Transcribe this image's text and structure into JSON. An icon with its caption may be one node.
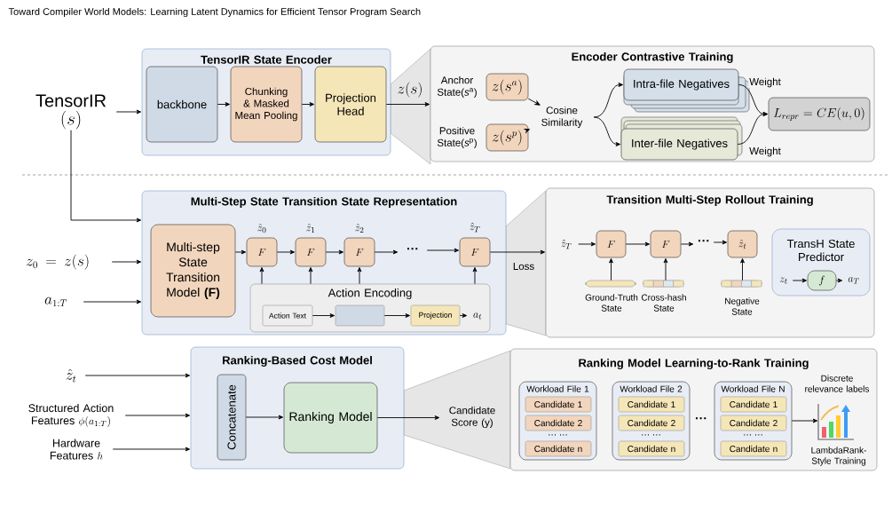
{
  "diagram": {
    "title": "Toward Compiler World Models: Learning Latent Dynamics for Efficient Tensor Program Search",
    "nodes": [
      {
        "text": [
          "TensorIR",
          "(s)"
        ]
      },
      {
        "text": [
          "TensorIR State Encoder"
        ]
      },
      {
        "text": [
          "backbone"
        ],
        "in": 1
      },
      {
        "text": [
          "Chunking & Masked Mean Pooling"
        ],
        "in": 1
      },
      {
        "text": [
          "Projection Head"
        ],
        "in": 1
      },
      {
        "text": [
          "Encoder Contrastive Training"
        ]
      },
      {
        "text": [
          "z(s^{a})"
        ],
        "in": 5,
        "beside": [
          "Anchor State(*s*$^{a}$)"
        ]
      },
      {
        "text": [
          "z(s^{p})"
        ],
        "in": 5,
        "beside": [
          "Positive State(*s*$^{p}$)"
        ]
      },
      {
        "text": [
          "Cosine Similarity"
        ],
        "in": 5
      },
      {
        "text": [
          "Intra-file Negatives"
        ],
        "in": 5
      },
      {
        "text": [
          "Inter-file Negatives"
        ],
        "in": 5
      },
      {
        "text": [
          "L_{repr} = CE(u, 0)"
        ],
        "in": 5
      },
      {
        "text": [
          "z_0 = z(s)"
        ]
      },
      {
        "text": [
          "a_{1:T}"
        ]
      },
      {
        "text": [
          "Multi-Step State Transition State Representation"
        ]
      },
      {
        "text": [
          "Multi-step State Transition Model **(F)**"
        ],
        "in": 14
      },
      {
        "text": [
          "F"
        ],
        "in": 14,
        "beside": [
          "\\hat{z}_0"
        ]
      },
      {
        "text": [
          "F"
        ],
        "in": 14,
        "beside": [
          "\\hat{z}_1"
        ]
      },
      {
        "text": [
          "F"
        ],
        "in": 14,
        "beside": [
          "\\hat{z}_2"
        ]
      },
      {
        "text": [
          "···"
        ],
        "in": 14
      },
      {
        "text": [
          "F"
        ],
        "in": 14,
        "beside": [
          "\\hat{z}_T"
        ]
      },
      {
        "text": [
          "Action Encoding"
        ],
        "in": 14
      },
      {
        "text": [
          "Action Text"
        ],
        "in": 21
      },
      {
        "text": [],
        "shape": "box",
        "in": 21
      },
      {
        "text": [
          "Projection"
        ],
        "in": 21
      },
      {
        "text": [
          "a_t"
        ],
        "in": 21
      },
      {
        "text": [
          "Transition Multi-Step Rollout Training"
        ]
      },
      {
        "text": [
          "\\hat{z}_T"
        ],
        "in": 26
      },
      {
        "text": [
          "F"
        ],
        "in": 26
      },
      {
        "text": [
          "F"
        ],
        "in": 26
      },
      {
        "text": [
          "···"
        ],
        "in": 26
      },
      {
        "text": [
          "\\hat{z}_t"
        ],
        "in": 26
      },
      {
        "text": [],
        "shape": "bar",
        "in": 26,
        "beside": [
          "Ground-Truth State"
        ]
      },
      {
        "text": [],
        "shape": "bar",
        "in": 26,
        "beside": [
          "Cross-hash State"
        ]
      },
      {
        "text": [],
        "shape": "bar",
        "in": 26,
        "beside": [
          "Negative State"
        ]
      },
      {
        "text": [
          "TransH State Predictor"
        ],
        "in": 26
      },
      {
        "text": [
          "z_t"
        ],
        "in": 35
      },
      {
        "text": [
          "f"
        ],
        "in": 35
      },
      {
        "text": [
          "a_T"
        ],
        "in": 35
      },
      {
        "text": [
          "\\hat{z}_t"
        ]
      },
      {
        "text": [
          "Structured Action Features",
          "\\phi(a_{1:T})"
        ]
      },
      {
        "text": [
          "Hardware Features",
          "h"
        ]
      },
      {
        "text": [
          "Ranking-Based Cost Model"
        ]
      },
      {
        "text": [
          "Concatenate"
        ],
        "in": 42
      },
      {
        "text": [
          "Ranking Model"
        ],
        "in": 42
      },
      {
        "text": [
          "Candidate Score (y)"
        ]
      },
      {
        "text": [
          "Ranking Model Learning-to-Rank Training"
        ]
      },
      {
        "text": [
          "Workload File 1",
          "··· ···"
        ],
        "in": 46
      },
      {
        "text": [
          "Candidate 1"
        ],
        "in": 47
      },
      {
        "text": [
          "Candidate 2"
        ],
        "in": 47
      },
      {
        "text": [
          "Candidate n"
        ],
        "in": 47
      },
      {
        "text": [
          "Workload File 2",
          "··· ···"
        ],
        "in": 46
      },
      {
        "text": [
          "Candidate 1"
        ],
        "in": 51
      },
      {
        "text": [
          "Candidate 2"
        ],
        "in": 51
      },
      {
        "text": [
          "Candidate n"
        ],
        "in": 51
      },
      {
        "text": [
          "Workload File N",
          "··· ···"
        ],
        "in": 46
      },
      {
        "text": [
          "Candidate 1"
        ],
        "in": 55
      },
      {
        "text": [
          "Candidate 2"
        ],
        "in": 55
      },
      {
        "text": [
          "Candidate n"
        ],
        "in": 55
      },
      {
        "text": [],
        "shape": "picture",
        "in": 46,
        "beside": [
          "Discrete relevance labels",
          "LambdaRank-Style Training"
        ]
      }
    ],
    "edges": [
      {
        "from": 0,
        "to": 1,
        "arrow": "to"
      },
      {
        "from": 2,
        "to": 3,
        "arrow": "to"
      },
      {
        "from": 3,
        "to": 4,
        "arrow": "to"
      },
      {
        "from": 4,
        "to": 5,
        "arrow": "to",
        "label": "z(s)"
      },
      {
        "from": 6,
        "to": 8,
        "arrow": "to"
      },
      {
        "from": 7,
        "to": 8,
        "arrow": "to"
      },
      {
        "from": 8,
        "to": 9,
        "arrow": "to"
      },
      {
        "from": 8,
        "to": 10,
        "arrow": "to"
      },
      {
        "from": 9,
        "to": 11,
        "arrow": "to",
        "label": "Weight"
      },
      {
        "from": 10,
        "to": 11,
        "arrow": "to",
        "label": "Weight"
      },
      {
        "from": 0,
        "to": 14,
        "arrow": "to"
      },
      {
        "from": 12,
        "to": 14,
        "arrow": "to"
      },
      {
        "from": 13,
        "to": 14,
        "arrow": "to"
      },
      {
        "from": 15,
        "to": 16,
        "arrow": "to"
      },
      {
        "from": 16,
        "to": 17,
        "arrow": "to"
      },
      {
        "from": 17,
        "to": 18,
        "arrow": "to"
      },
      {
        "from": 18,
        "to": 19,
        "arrow": "to"
      },
      {
        "from": 19,
        "to": 20,
        "arrow": "to"
      },
      {
        "from": 21,
        "to": 16,
        "arrow": "to"
      },
      {
        "from": 21,
        "to": 17,
        "arrow": "to"
      },
      {
        "from": 21,
        "to": 18,
        "arrow": "to"
      },
      {
        "from": 21,
        "to": 20,
        "arrow": "to"
      },
      {
        "from": 22,
        "to": 23,
        "arrow": "to"
      },
      {
        "from": 23,
        "to": 24,
        "arrow": "to"
      },
      {
        "from": 24,
        "to": 25,
        "arrow": "to"
      },
      {
        "from": 20,
        "to": 26,
        "arrow": "to",
        "label": "Loss"
      },
      {
        "from": 27,
        "to": 28,
        "arrow": "to"
      },
      {
        "from": 28,
        "to": 29,
        "arrow": "to"
      },
      {
        "from": 29,
        "to": 30,
        "arrow": "to"
      },
      {
        "from": 30,
        "to": 31,
        "arrow": "to"
      },
      {
        "from": 32,
        "to": 28,
        "arrow": "to"
      },
      {
        "from": 33,
        "to": 29,
        "arrow": "to"
      },
      {
        "from": 34,
        "to": 31,
        "arrow": "to"
      },
      {
        "from": 36,
        "to": 37,
        "arrow": "to"
      },
      {
        "from": 37,
        "to": 38,
        "arrow": "to"
      },
      {
        "from": 39,
        "to": 42,
        "arrow": "to"
      },
      {
        "from": 40,
        "to": 42,
        "arrow": "to"
      },
      {
        "from": 41,
        "to": 42,
        "arrow": "to"
      },
      {
        "from": 43,
        "to": 44,
        "arrow": "to"
      },
      {
        "from": 44,
        "to": 45,
        "arrow": "to"
      },
      {
        "from": 55,
        "to": 59,
        "arrow": "to"
      }
    ],
    "labels": [
      "···"
    ]
  }
}
